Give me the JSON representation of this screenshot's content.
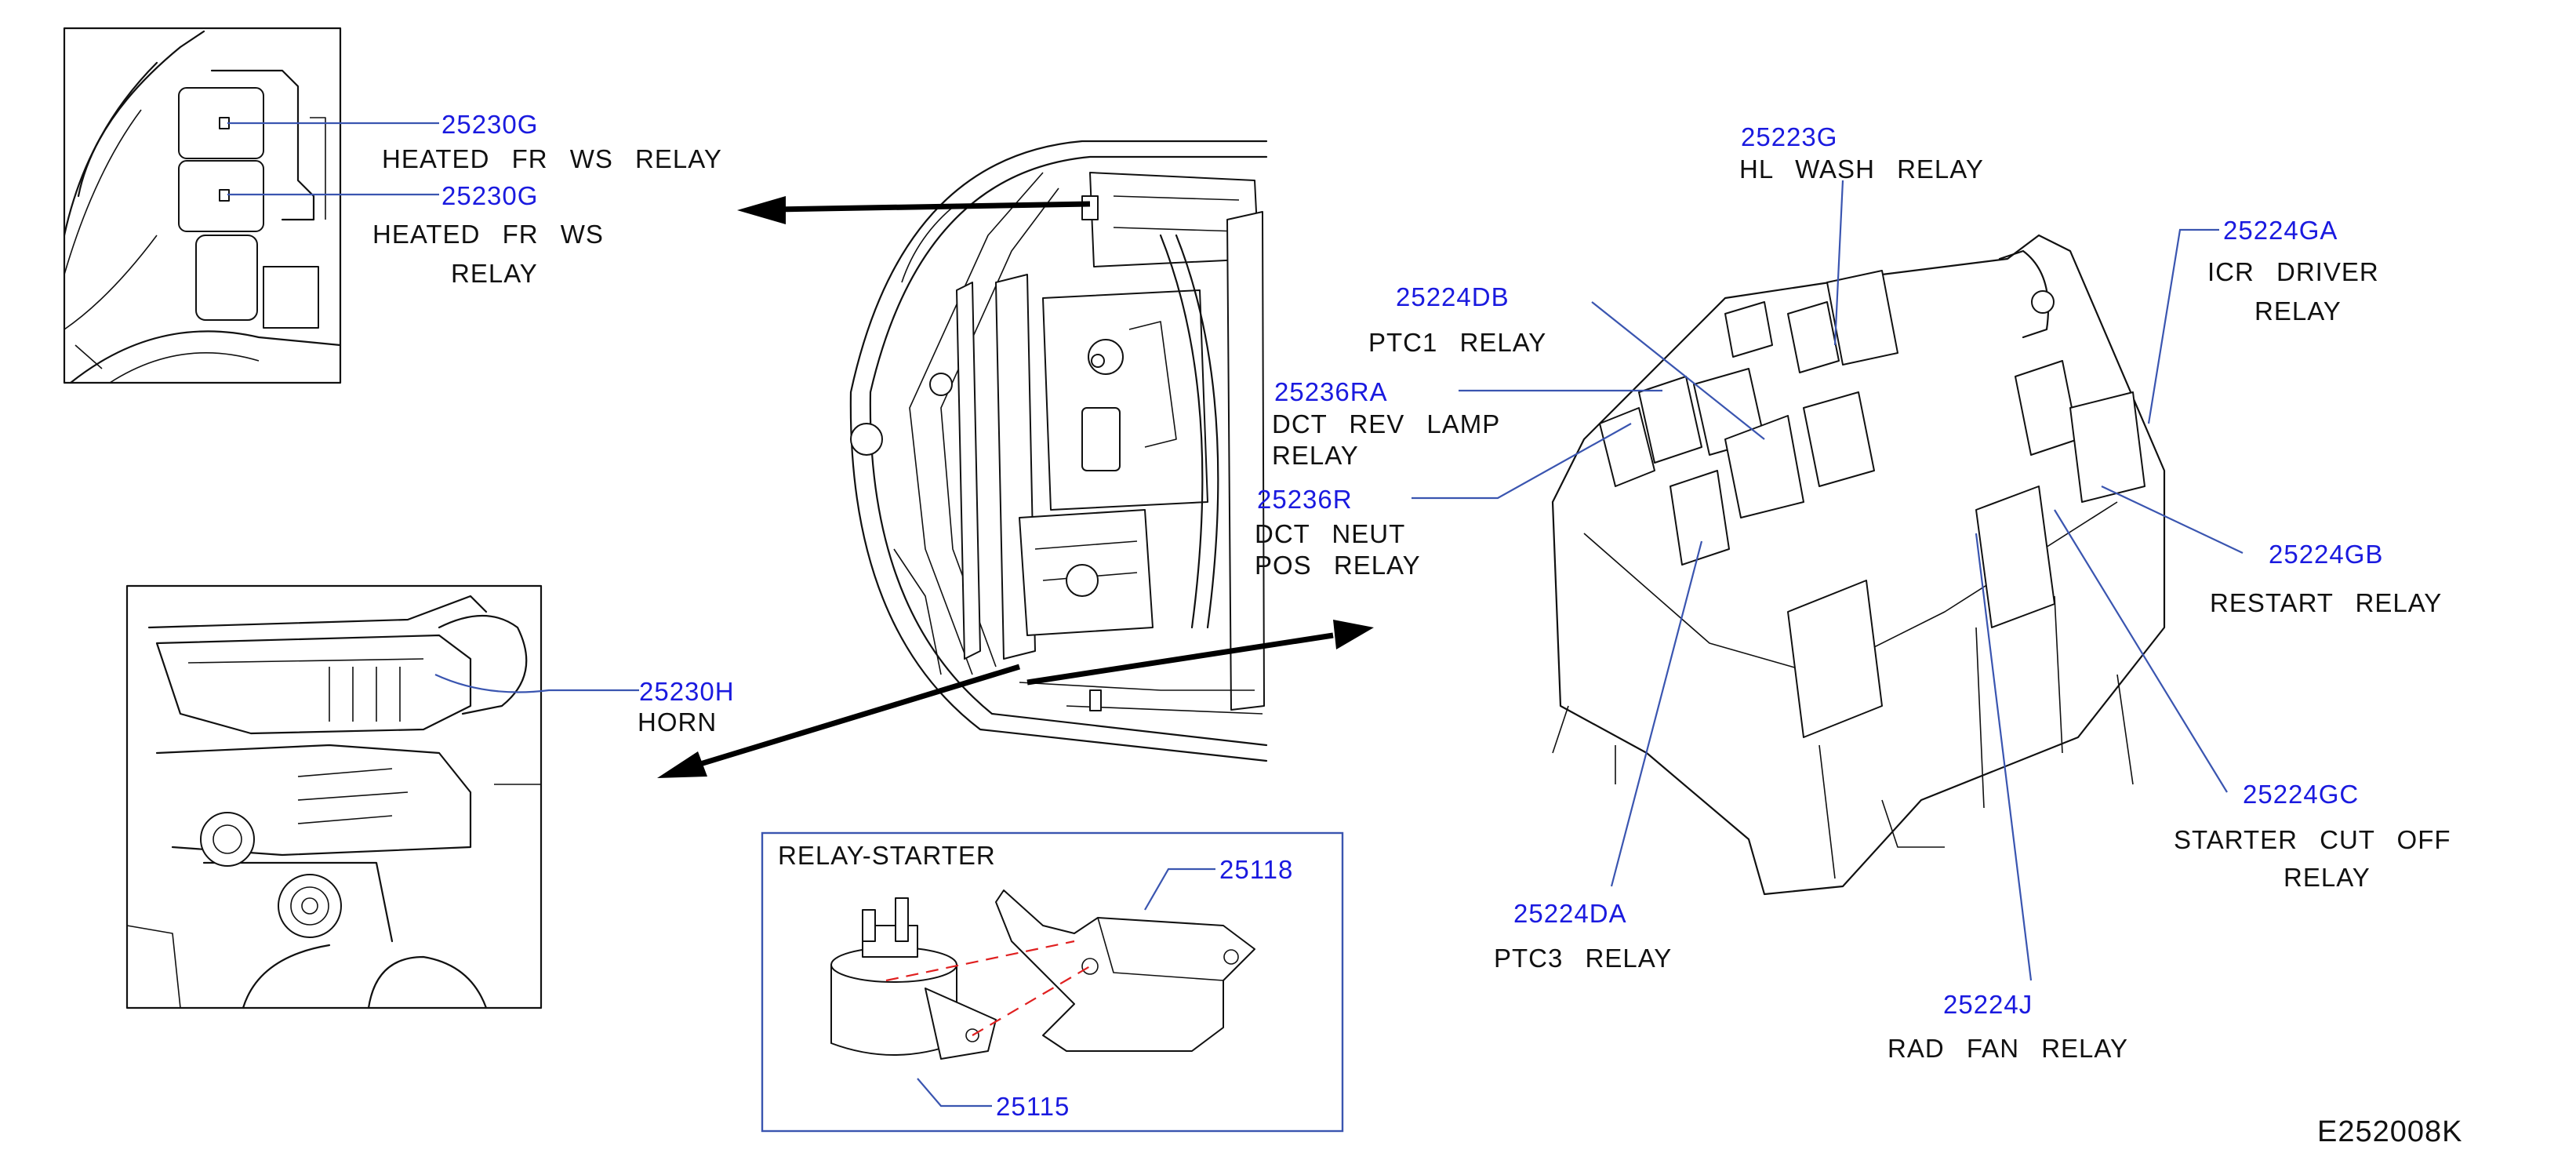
{
  "diagram_id": "E252008K",
  "callouts": {
    "heated_1": {
      "part": "25230G",
      "desc_lines": [
        "HEATED FR WS RELAY"
      ]
    },
    "heated_2": {
      "part": "25230G",
      "desc_lines": [
        "HEATED FR WS",
        "RELAY"
      ]
    },
    "horn": {
      "part": "25230H",
      "desc_lines": [
        "HORN"
      ]
    },
    "hl_wash": {
      "part": "25223G",
      "desc_lines": [
        "HL WASH RELAY"
      ]
    },
    "icr": {
      "part": "25224GA",
      "desc_lines": [
        "ICR DRIVER",
        "RELAY"
      ]
    },
    "ptc1": {
      "part": "25224DB",
      "desc_lines": [
        "PTC1 RELAY"
      ]
    },
    "dct_rev": {
      "part": "25236RA",
      "desc_lines": [
        "DCT REV LAMP",
        "RELAY"
      ]
    },
    "dct_neut": {
      "part": "25236R",
      "desc_lines": [
        "DCT NEUT",
        "POS RELAY"
      ]
    },
    "restart": {
      "part": "25224GB",
      "desc_lines": [
        "RESTART RELAY"
      ]
    },
    "starter_cut": {
      "part": "25224GC",
      "desc_lines": [
        "STARTER CUT OFF",
        "RELAY"
      ]
    },
    "ptc3": {
      "part": "25224DA",
      "desc_lines": [
        "PTC3 RELAY"
      ]
    },
    "rad_fan": {
      "part": "25224J",
      "desc_lines": [
        "RAD FAN RELAY"
      ]
    }
  },
  "relay_starter": {
    "title": "RELAY-STARTER",
    "bracket_part": "25118",
    "relay_part": "25115"
  }
}
